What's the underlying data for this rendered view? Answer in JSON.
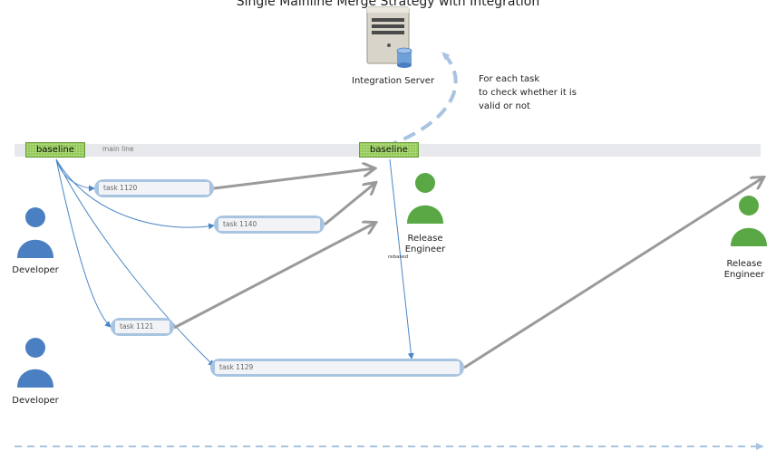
{
  "header_text": "Single Mainline Merge Strategy with Integration",
  "integration_server": {
    "label": "Integration Server",
    "icon": "server-icon",
    "note": "For each task\nto check whether it is\nvalid or not"
  },
  "mainline": {
    "label": "main line",
    "baselines": [
      "baseline",
      "baseline"
    ]
  },
  "tasks": [
    {
      "id": "task-1120",
      "label": "task 1120"
    },
    {
      "id": "task-1140",
      "label": "task 1140"
    },
    {
      "id": "task-1121",
      "label": "task 1121"
    },
    {
      "id": "task-1129",
      "label": "task 1129"
    }
  ],
  "rebased_label": "rebased",
  "actors": [
    {
      "role": "Developer",
      "label": "Developer",
      "color": "#4a7fc1",
      "icon": "person-icon"
    },
    {
      "role": "Developer",
      "label": "Developer",
      "color": "#4a7fc1",
      "icon": "person-icon"
    },
    {
      "role": "Release Engineer",
      "label": "Release\nEngineer",
      "color": "#5aa845",
      "icon": "person-icon"
    },
    {
      "role": "Release Engineer",
      "label": "Release\nEngineer",
      "color": "#5aa845",
      "icon": "person-icon"
    }
  ],
  "colors": {
    "mainline": "#e8e9ec",
    "baseline": "#8bc34a",
    "task_frame": "#a8c4e0",
    "branch_line": "#4a86c5",
    "merge_arrow": "#9a9a9a",
    "dashed": "#a8c4e0"
  }
}
